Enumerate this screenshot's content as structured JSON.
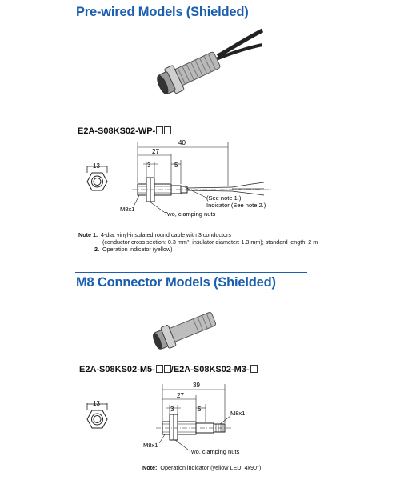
{
  "section1": {
    "title": "Pre-wired Models (Shielded)",
    "model": "E2A-S08KS02-WP-",
    "dims": {
      "width": "13",
      "total": "40",
      "body": "27",
      "d3": "3",
      "d5": "5"
    },
    "labels": {
      "thread": "M8x1",
      "see_note": "(See note 1.)",
      "indicator": "Indicator (See note 2.)",
      "nuts": "Two, clamping nuts"
    },
    "notes": {
      "prefix": "Note",
      "n1_num": "1.",
      "n1_line1": "4-dia. vinyl-insulated round cable with 3 conductors",
      "n1_line2": "(conductor cross section: 0.3 mm²; insulator diameter: 1.3 mm); standard length: 2 m",
      "n2_num": "2.",
      "n2_line1": "Operation indicator (yellow)"
    }
  },
  "section2": {
    "title": "M8 Connector Models (Shielded)",
    "model_a": "E2A-S08KS02-M5-",
    "model_sep": "/",
    "model_b": "E2A-S08KS02-M3-",
    "dims": {
      "width": "13",
      "total": "39",
      "body": "27",
      "d3": "3",
      "d5": "5"
    },
    "labels": {
      "thread_right": "M8x1",
      "thread_left": "M8x1",
      "nuts": "Two, clamping nuts"
    },
    "note": {
      "prefix": "Note:",
      "text": "Operation indicator (yellow LED, 4x90°)"
    }
  }
}
